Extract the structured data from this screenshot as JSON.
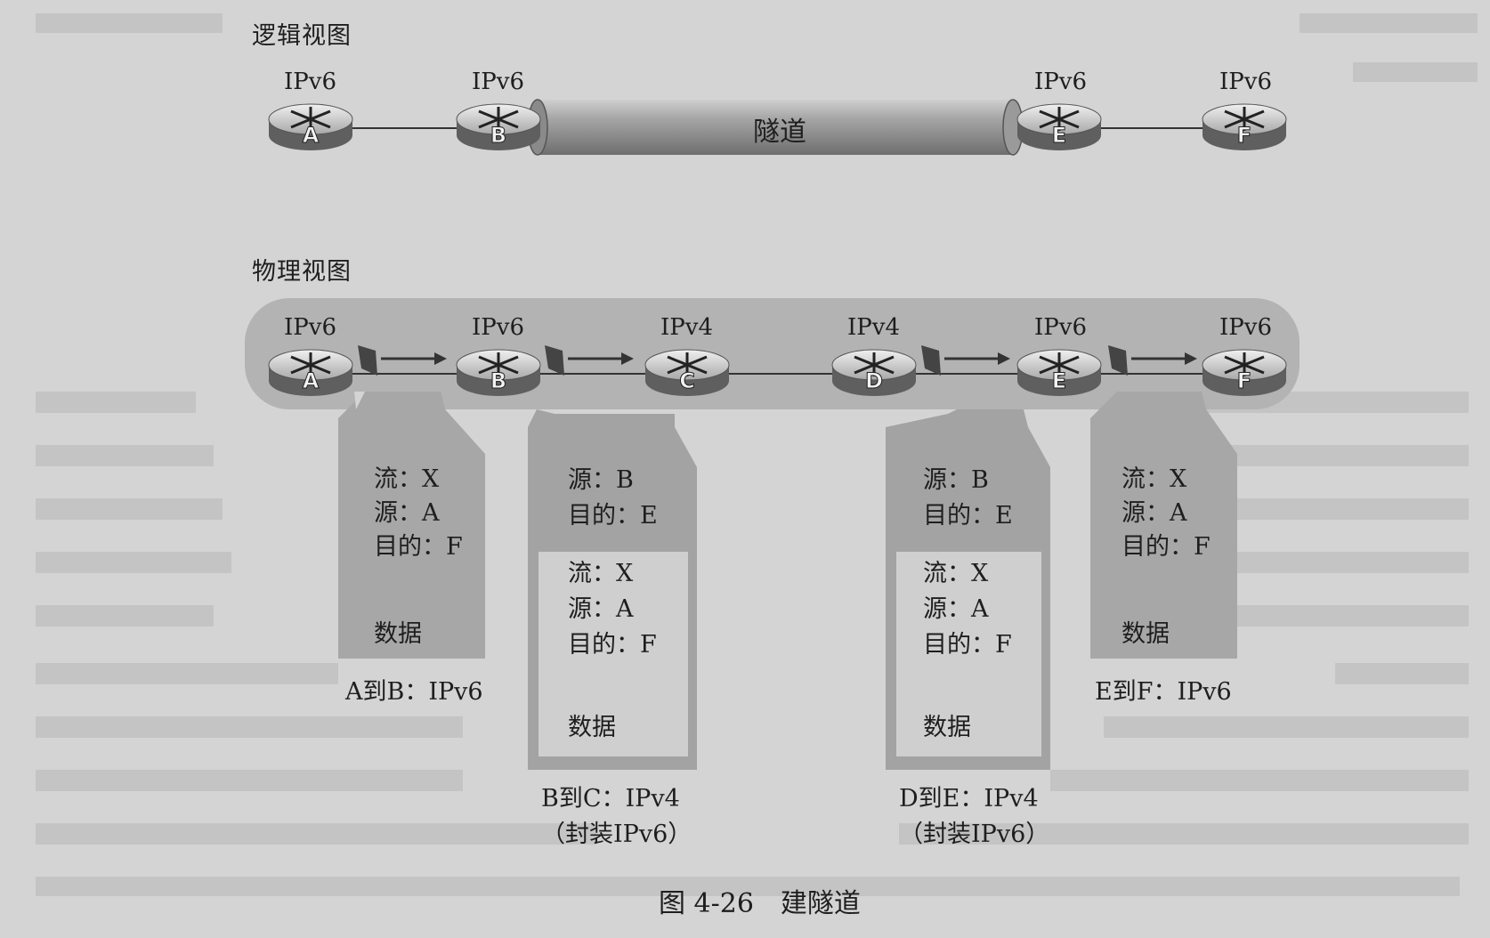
{
  "logical": {
    "title": "逻辑视图",
    "routers": [
      {
        "letter": "A",
        "proto": "IPv6"
      },
      {
        "letter": "B",
        "proto": "IPv6"
      },
      {
        "letter": "E",
        "proto": "IPv6"
      },
      {
        "letter": "F",
        "proto": "IPv6"
      }
    ],
    "tunnel_label": "隧道"
  },
  "physical": {
    "title": "物理视图",
    "routers": [
      {
        "letter": "A",
        "proto": "IPv6"
      },
      {
        "letter": "B",
        "proto": "IPv6"
      },
      {
        "letter": "C",
        "proto": "IPv4"
      },
      {
        "letter": "D",
        "proto": "IPv4"
      },
      {
        "letter": "E",
        "proto": "IPv6"
      },
      {
        "letter": "F",
        "proto": "IPv6"
      }
    ]
  },
  "packets": [
    {
      "lines": [
        "流：X",
        "源：A",
        "目的：F"
      ],
      "data": "数据",
      "caption": [
        "A到B：IPv6"
      ]
    },
    {
      "outer": [
        "源：B",
        "目的：E"
      ],
      "lines": [
        "流：X",
        "源：A",
        "目的：F"
      ],
      "data": "数据",
      "caption": [
        "B到C：IPv4",
        "（封装IPv6）"
      ]
    },
    {
      "outer": [
        "源：B",
        "目的：E"
      ],
      "lines": [
        "流：X",
        "源：A",
        "目的：F"
      ],
      "data": "数据",
      "caption": [
        "D到E：IPv4",
        "（封装IPv6）"
      ]
    },
    {
      "lines": [
        "流：X",
        "源：A",
        "目的：F"
      ],
      "data": "数据",
      "caption": [
        "E到F：IPv6"
      ]
    }
  ],
  "figure_caption": "图 4-26　建隧道"
}
